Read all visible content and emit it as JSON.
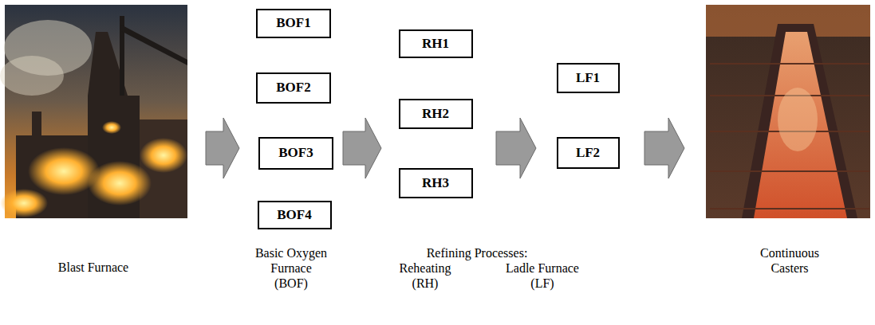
{
  "diagram": {
    "nodes": [
      {
        "text": [
          "BOF1"
        ]
      },
      {
        "text": [
          "BOF2"
        ]
      },
      {
        "text": [
          "BOF3"
        ]
      },
      {
        "text": [
          "BOF4"
        ]
      },
      {
        "text": [
          "RH1"
        ]
      },
      {
        "text": [
          "RH2"
        ]
      },
      {
        "text": [
          "RH3"
        ]
      },
      {
        "text": [
          "LF1"
        ]
      },
      {
        "text": [
          "LF2"
        ]
      }
    ],
    "labels": [
      "Blast Furnace",
      "Basic Oxygen Furnace (BOF)",
      "Refining Processes:",
      "Reheating (RH)",
      "Ladle Furnace (LF)",
      "Continuous Casters"
    ]
  }
}
